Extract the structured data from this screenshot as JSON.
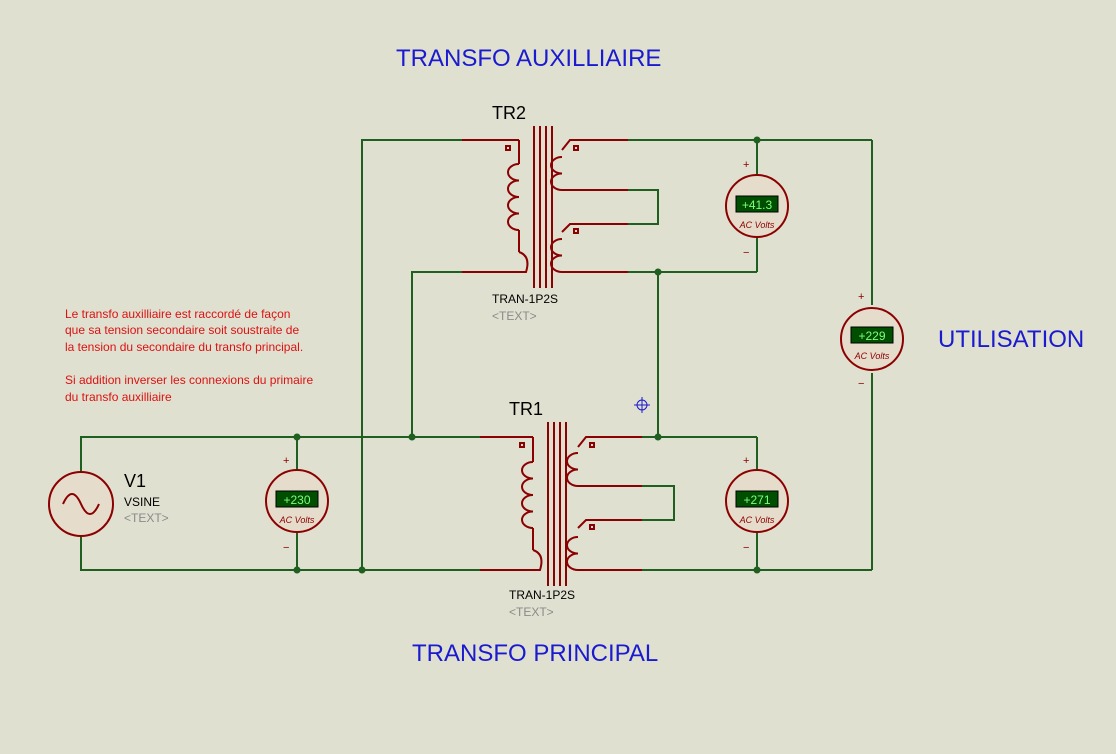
{
  "titles": {
    "aux": "TRANSFO AUXILLIAIRE",
    "principal": "TRANSFO PRINCIPAL",
    "utilisation": "UTILISATION"
  },
  "note": [
    "Le transfo auxilliaire est raccordé de façon",
    "que sa tension secondaire soit soustraite de",
    "la tension du secondaire du transfo principal.",
    "",
    "Si addition inverser les connexions du primaire",
    "du transfo auxilliaire"
  ],
  "tr2": {
    "name": "TR2",
    "model": "TRAN-1P2S",
    "text": "<TEXT>"
  },
  "tr1": {
    "name": "TR1",
    "model": "TRAN-1P2S",
    "text": "<TEXT>"
  },
  "source": {
    "name": "V1",
    "model": "VSINE",
    "text": "<TEXT>"
  },
  "meters": {
    "v_source": {
      "value": "+230",
      "unit": "AC Volts",
      "plus": "+",
      "minus": "−"
    },
    "v_tr1_secondary": {
      "value": "+271",
      "unit": "AC Volts",
      "plus": "+",
      "minus": "−"
    },
    "v_tr2_secondary": {
      "value": "+41.3",
      "unit": "AC Volts",
      "plus": "+",
      "minus": "−"
    },
    "v_utilisation": {
      "value": "+229",
      "unit": "AC Volts",
      "plus": "+",
      "minus": "−"
    }
  },
  "colors": {
    "background": "#e0e0d0",
    "wire": "#1f5f1f",
    "component": "#8b0000",
    "title": "#1a1ad0",
    "note": "#dd1111",
    "meter_display": "#004f00",
    "meter_text": "#7dff7d"
  }
}
